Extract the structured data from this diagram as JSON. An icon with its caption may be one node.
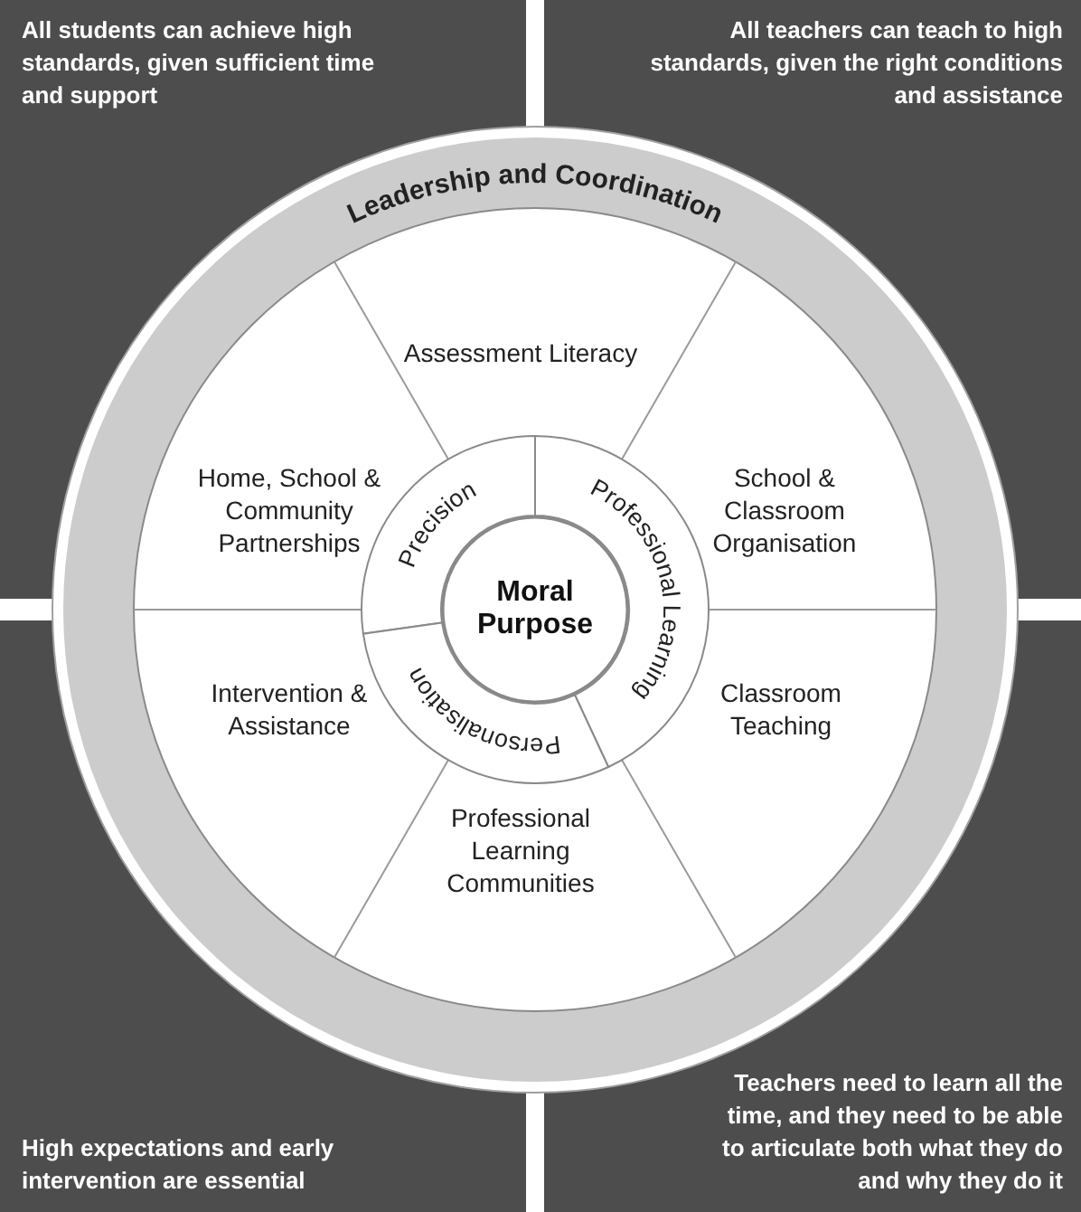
{
  "diagram": {
    "nodes": [
      {
        "text": [
          "All students can achieve high standards, given sufficient time and support"
        ]
      },
      {
        "text": [
          "All teachers can teach to high standards, given the right conditions and assistance"
        ]
      },
      {
        "text": [
          "Leadership and Coordination"
        ]
      },
      {
        "text": [
          "Assessment Literacy"
        ],
        "in": 2
      },
      {
        "text": [
          "Home, School & Community Partnerships"
        ],
        "in": 2
      },
      {
        "text": [
          "School & Classroom Organisation"
        ],
        "in": 2
      },
      {
        "text": [
          "Precision"
        ],
        "in": 2
      },
      {
        "text": [
          "Professional Learning"
        ],
        "in": 2
      },
      {
        "text": [
          "Moral Purpose"
        ],
        "in": 2
      },
      {
        "text": [
          "Personalisation"
        ],
        "in": 2
      },
      {
        "text": [
          "Intervention & Assistance"
        ],
        "in": 2
      },
      {
        "text": [
          "Classroom Teaching"
        ],
        "in": 2
      },
      {
        "text": [
          "Professional Learning Communities"
        ],
        "in": 2
      },
      {
        "text": [
          "High expectations and early intervention are essential"
        ]
      },
      {
        "text": [
          "Teachers need to learn all the time, and they need to be able to articulate both what they do and why they do it"
        ]
      }
    ]
  }
}
